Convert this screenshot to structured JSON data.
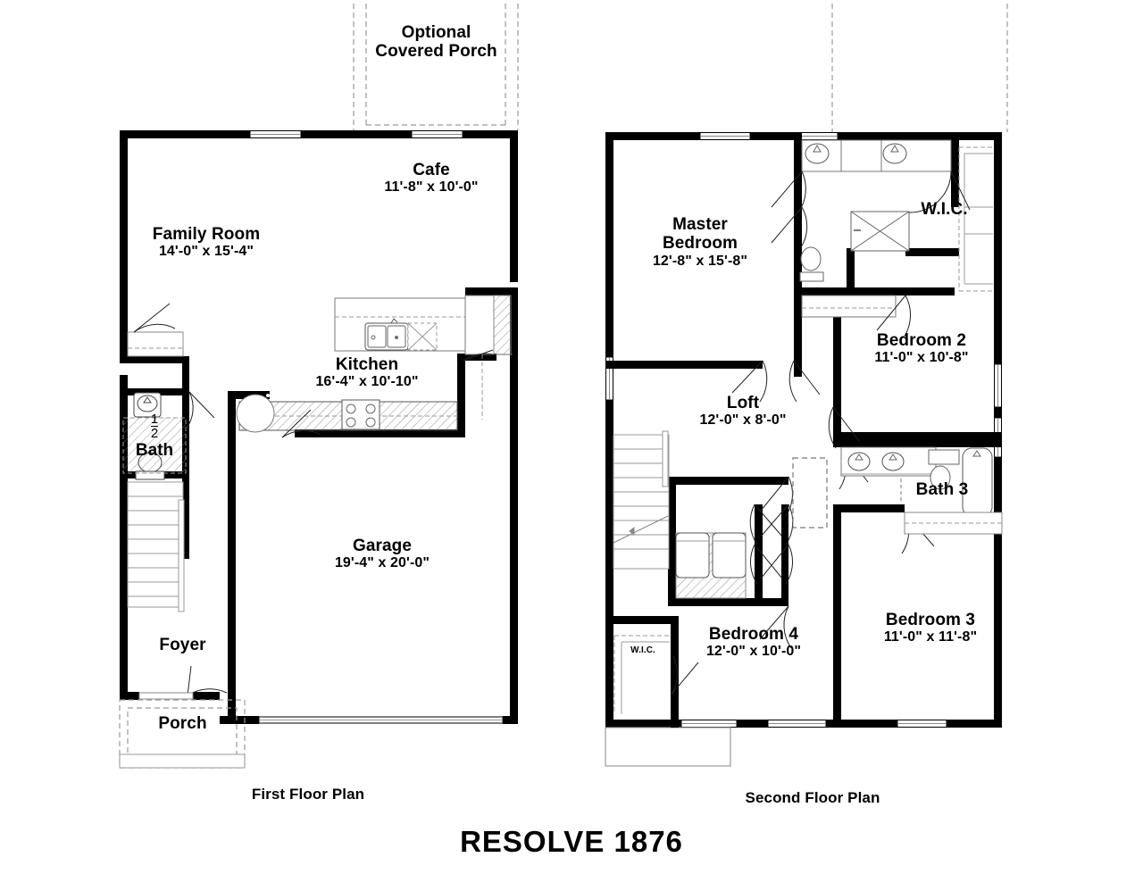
{
  "sheet": {
    "title": "RESOLVE 1876",
    "plan_titles": {
      "first": "First Floor Plan",
      "second": "Second Floor Plan"
    }
  },
  "first_floor": {
    "label": "First Floor Plan",
    "rooms": [
      {
        "id": "optional-covered-porch",
        "name_line1": "Optional",
        "name_line2": "Covered Porch",
        "dimensions": ""
      },
      {
        "id": "cafe",
        "name": "Cafe",
        "dimensions": "11'-8\" x 10'-0\""
      },
      {
        "id": "family-room",
        "name": "Family Room",
        "dimensions": "14'-0\" x 15'-4\""
      },
      {
        "id": "kitchen",
        "name": "Kitchen",
        "dimensions": "16'-4\" x 10'-10\""
      },
      {
        "id": "half-bath",
        "name": "Bath",
        "fraction_numerator": "1",
        "fraction_denominator": "2",
        "dimensions": ""
      },
      {
        "id": "garage",
        "name": "Garage",
        "dimensions": "19'-4\" x 20'-0\""
      },
      {
        "id": "foyer",
        "name": "Foyer",
        "dimensions": ""
      },
      {
        "id": "porch",
        "name": "Porch",
        "dimensions": ""
      }
    ]
  },
  "second_floor": {
    "label": "Second Floor Plan",
    "rooms": [
      {
        "id": "master-bedroom",
        "name_line1": "Master",
        "name_line2": "Bedroom",
        "dimensions": "12'-8\" x 15'-8\""
      },
      {
        "id": "master-wic",
        "name": "W.I.C.",
        "dimensions": ""
      },
      {
        "id": "bedroom-2",
        "name": "Bedroom 2",
        "dimensions": "11'-0\" x 10'-8\""
      },
      {
        "id": "loft",
        "name": "Loft",
        "dimensions": "12'-0\" x 8'-0\""
      },
      {
        "id": "bath-3",
        "name": "Bath 3",
        "dimensions": ""
      },
      {
        "id": "bedroom-3",
        "name": "Bedroom 3",
        "dimensions": "11'-0\" x 11'-8\""
      },
      {
        "id": "bedroom-4",
        "name": "Bedroom 4",
        "dimensions": "12'-0\" x 10'-0\""
      },
      {
        "id": "bedroom-4-wic",
        "name": "W.I.C.",
        "dimensions": ""
      }
    ]
  },
  "style": {
    "wall_color": "#000000",
    "thin_line_color": "#000000",
    "fixture_line_color": "#808080",
    "dashed_color": "#9a9a9a",
    "background": "#ffffff"
  }
}
